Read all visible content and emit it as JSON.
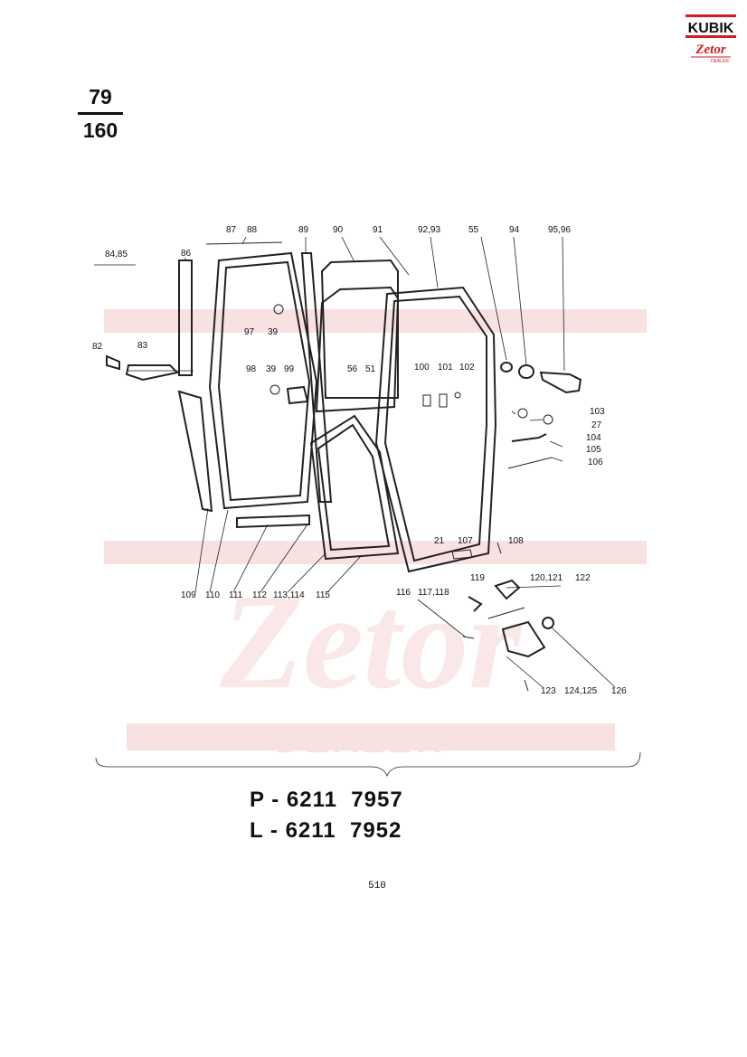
{
  "page_ref": {
    "numerator": "79",
    "denominator": "160"
  },
  "logo": {
    "brand": "KUBIK",
    "sub": "Zetor",
    "tag": "DEALER"
  },
  "watermark": {
    "text1": "Zetor",
    "text2": "DEALER"
  },
  "labels": [
    "84,85",
    "86",
    "87",
    "88",
    "89",
    "90",
    "91",
    "92,93",
    "55",
    "94",
    "95,96",
    "82",
    "83",
    "97",
    "39",
    "98",
    "39",
    "99",
    "56",
    "51",
    "100",
    "101",
    "102",
    "103",
    "27",
    "104",
    "105",
    "106",
    "21",
    "107",
    "108",
    "109",
    "110",
    "111",
    "112",
    "113,114",
    "115",
    "119",
    "120,121",
    "122",
    "116",
    "117,118",
    "123",
    "124,125",
    "126"
  ],
  "part_codes": [
    {
      "side": "P",
      "number": "6211  7957"
    },
    {
      "side": "L",
      "number": "6211  7952"
    }
  ],
  "page_number": "510",
  "colors": {
    "ink": "#111111",
    "logo_red": "#cc1f24",
    "watermark": "#f3c9c9"
  }
}
